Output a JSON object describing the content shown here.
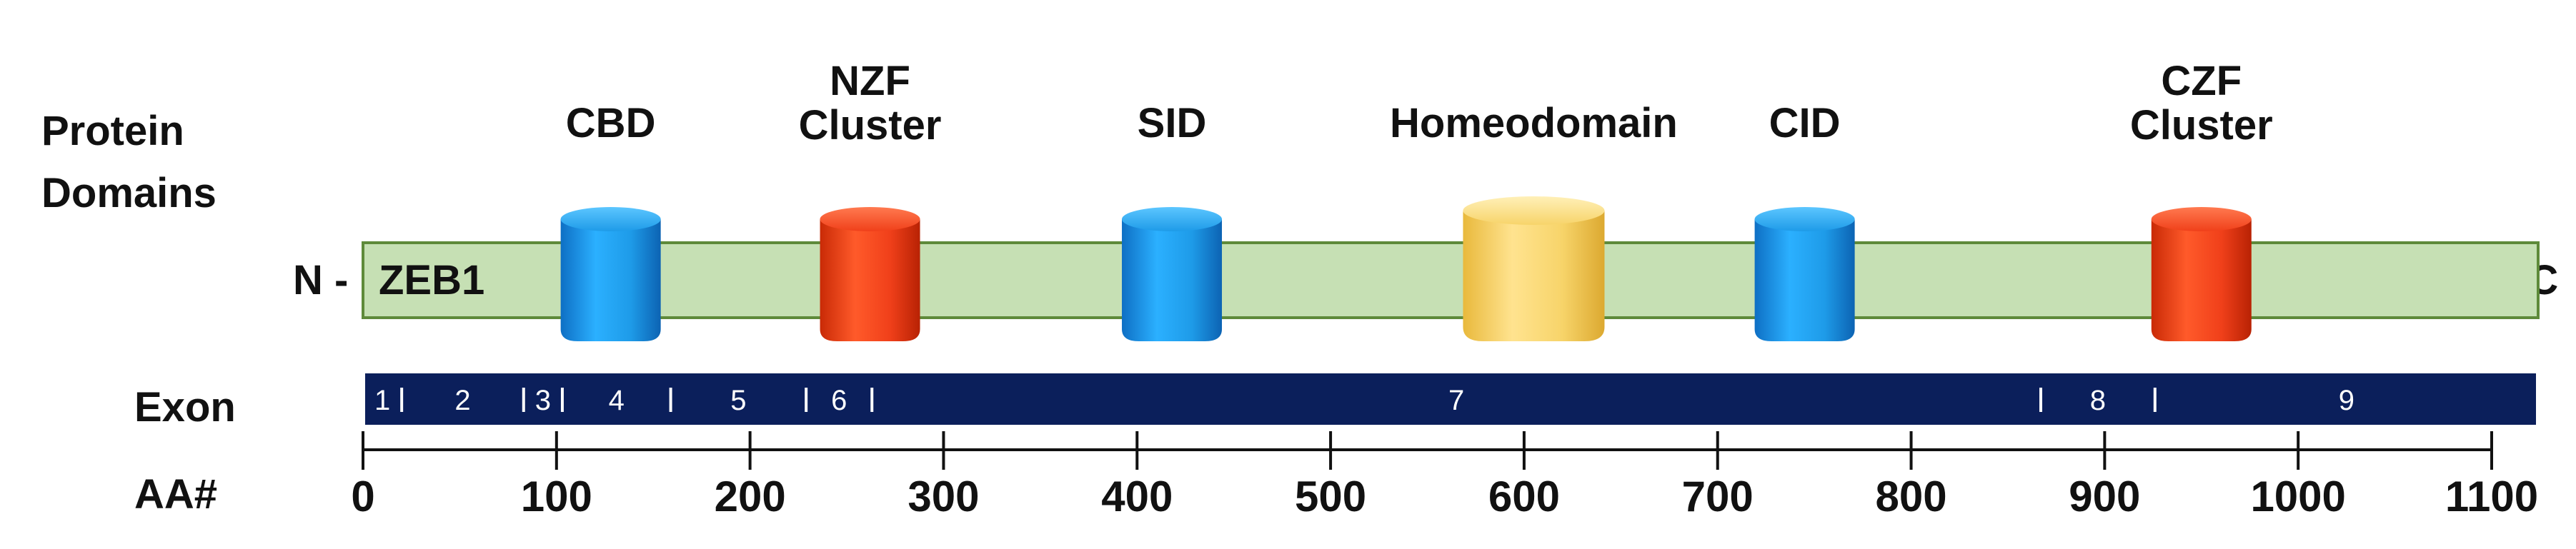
{
  "labels": {
    "protein_domains_line1": "Protein",
    "protein_domains_line2": "Domains",
    "exon": "Exon",
    "aa": "AA#",
    "n_term": "N -",
    "c_term": "- C",
    "protein_name": "ZEB1"
  },
  "scale": {
    "min": 0,
    "max": 1100,
    "ticks": [
      0,
      100,
      200,
      300,
      400,
      500,
      600,
      700,
      800,
      900,
      1000,
      1100
    ]
  },
  "protein": {
    "start": 0,
    "end": 1124
  },
  "colors": {
    "protein_bar": "#c6e0b4",
    "protein_bar_border": "#5e8a3a",
    "exon_bar": "#0b1f5b",
    "blue_domain": "#1e9be8",
    "red_domain": "#f0401a",
    "yellow_domain": "#f7d46a"
  },
  "domains": [
    {
      "name": "CBD",
      "label_lines": [
        "CBD"
      ],
      "center": 128,
      "color": "blue"
    },
    {
      "name": "NZF Cluster",
      "label_lines": [
        "NZF",
        "Cluster"
      ],
      "center": 262,
      "color": "red"
    },
    {
      "name": "SID",
      "label_lines": [
        "SID"
      ],
      "center": 418,
      "color": "blue"
    },
    {
      "name": "Homeodomain",
      "label_lines": [
        "Homeodomain"
      ],
      "center": 605,
      "color": "yellow",
      "wide": true
    },
    {
      "name": "CID",
      "label_lines": [
        "CID"
      ],
      "center": 745,
      "color": "blue"
    },
    {
      "name": "CZF Cluster",
      "label_lines": [
        "CZF",
        "Cluster"
      ],
      "center": 950,
      "color": "red"
    }
  ],
  "exons": {
    "boundaries": [
      20,
      83,
      103,
      159,
      229,
      263,
      867,
      926
    ],
    "labels": [
      {
        "text": "1",
        "start": 0,
        "end": 20
      },
      {
        "text": "2",
        "start": 20,
        "end": 83
      },
      {
        "text": "3",
        "start": 83,
        "end": 103
      },
      {
        "text": "4",
        "start": 103,
        "end": 159
      },
      {
        "text": "5",
        "start": 159,
        "end": 229
      },
      {
        "text": "6",
        "start": 229,
        "end": 263
      },
      {
        "text": "7",
        "start": 263,
        "end": 867
      },
      {
        "text": "8",
        "start": 867,
        "end": 926
      },
      {
        "text": "9",
        "start": 926,
        "end": 1124
      }
    ]
  }
}
